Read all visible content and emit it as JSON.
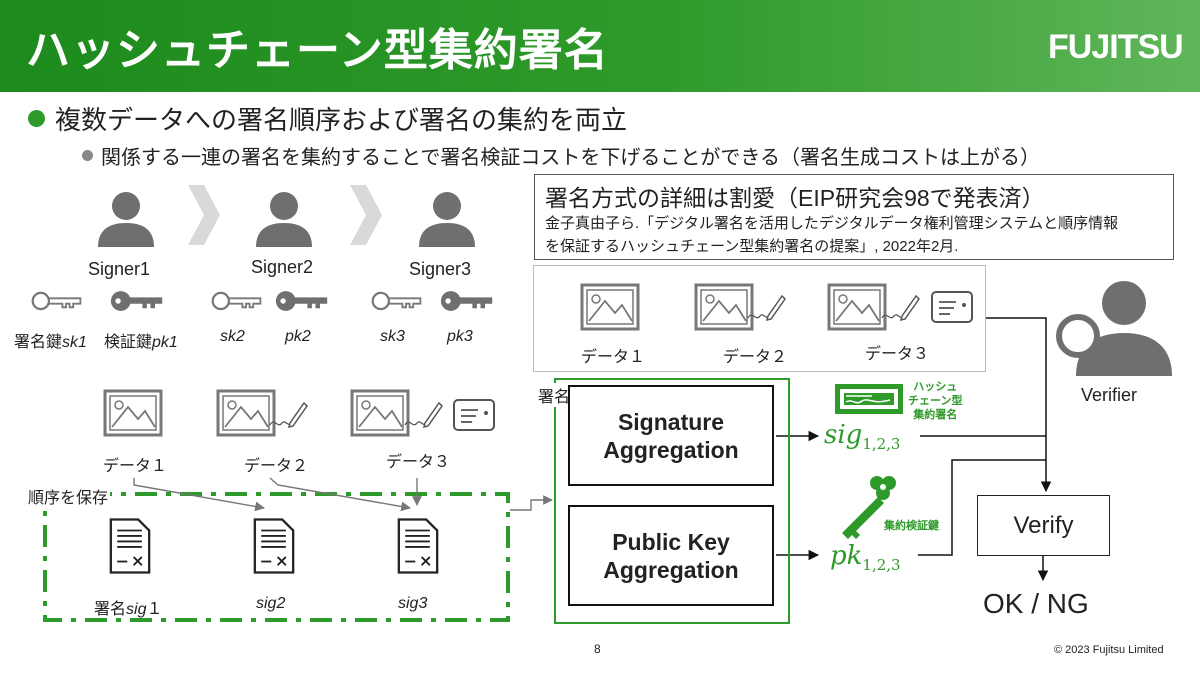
{
  "header": {
    "title": "ハッシュチェーン型集約署名",
    "logo": "FUJITSU"
  },
  "bullets": {
    "main": "複数データへの署名順序および署名の集約を両立",
    "sub": "関係する一連の署名を集約することで署名検証コストを下げることができる（署名生成コストは上がる）"
  },
  "reference": {
    "heading": "署名方式の詳細は割愛（EIP研究会98で発表済）",
    "line1": "金子真由子ら.「デジタル署名を活用したデジタルデータ権利管理システムと順序情報",
    "line2": "を保証するハッシュチェーン型集約署名の提案」, 2022年2月."
  },
  "signers": [
    {
      "name": "Signer1",
      "sk_prefix": "署名鍵",
      "sk": "sk1",
      "pk_prefix": "検証鍵",
      "pk": "pk1"
    },
    {
      "name": "Signer2",
      "sk_prefix": "",
      "sk": "sk2",
      "pk_prefix": "",
      "pk": "pk2"
    },
    {
      "name": "Signer3",
      "sk_prefix": "",
      "sk": "sk3",
      "pk_prefix": "",
      "pk": "pk3"
    }
  ],
  "data_items": [
    "データ１",
    "データ２",
    "データ３"
  ],
  "order_label": "順序を保存",
  "signatures": [
    {
      "prefix": "署名",
      "sig": "sig",
      "suffix": "１"
    },
    {
      "prefix": "",
      "sig": "sig2",
      "suffix": ""
    },
    {
      "prefix": "",
      "sig": "sig3",
      "suffix": ""
    }
  ],
  "aggregation": {
    "title": "署名の集約",
    "sig_box_line1": "Signature",
    "sig_box_line2": "Aggregation",
    "pk_box_line1": "Public Key",
    "pk_box_line2": "Aggregation"
  },
  "outputs": {
    "sig_symbol": "sig",
    "sig_sub": "1,2,3",
    "sig_caption_l1": "ハッシュ",
    "sig_caption_l2": "チェーン型",
    "sig_caption_l3": "集約署名",
    "pk_symbol": "pk",
    "pk_sub": "1,2,3",
    "pk_caption": "集約検証鍵"
  },
  "verifier": {
    "label": "Verifier",
    "verify_label": "Verify",
    "result": "OK / NG"
  },
  "footer": {
    "page": "8",
    "copyright": "© 2023 Fujitsu Limited"
  },
  "colors": {
    "brand_green": "#2e9a2a",
    "icon_gray": "#6f6f6f",
    "chevron_gray": "#d9d9d9"
  }
}
